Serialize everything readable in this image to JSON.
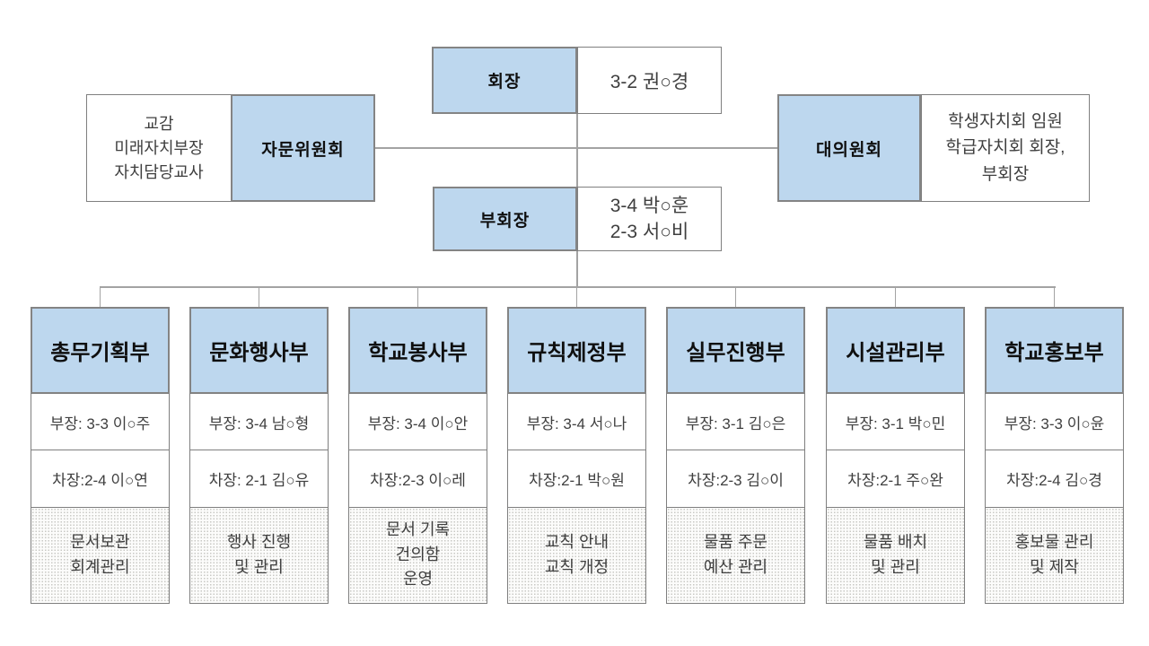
{
  "colors": {
    "box_blue": "#bdd7ee",
    "border_strong": "#7f7f7f",
    "border_light": "#848484",
    "line": "#a3a3a3",
    "text_black": "#0f0f0f",
    "text_dark": "#3f3f3f"
  },
  "org": {
    "president": {
      "label": "회장",
      "name": "3-2 권○경"
    },
    "vice_president": {
      "label": "부회장",
      "names": [
        "3-4 박○훈",
        "2-3 서○비"
      ]
    },
    "advisory": {
      "label": "자문위원회",
      "members": [
        "교감",
        "미래자치부장",
        "자치담당교사"
      ]
    },
    "delegates": {
      "label": "대의원회",
      "members": [
        "학생자치회 임원",
        "학급자치회 회장,",
        "부회장"
      ]
    },
    "departments": [
      {
        "title": "총무기획부",
        "head": "부장: 3-3 이○주",
        "deputy": "차장:2-4 이○연",
        "duty_lines": [
          "문서보관",
          "회계관리"
        ]
      },
      {
        "title": "문화행사부",
        "head": "부장: 3-4 남○형",
        "deputy": "차장: 2-1 김○유",
        "duty_lines": [
          "행사 진행",
          "및 관리"
        ]
      },
      {
        "title": "학교봉사부",
        "head": "부장: 3-4 이○안",
        "deputy": "차장:2-3 이○레",
        "duty_lines": [
          "문서 기록",
          "건의함",
          "운영"
        ]
      },
      {
        "title": "규칙제정부",
        "head": "부장: 3-4 서○나",
        "deputy": "차장:2-1 박○원",
        "duty_lines": [
          "교칙 안내",
          "교칙 개정"
        ]
      },
      {
        "title": "실무진행부",
        "head": "부장: 3-1 김○은",
        "deputy": "차장:2-3 김○이",
        "duty_lines": [
          "물품 주문",
          "예산 관리"
        ]
      },
      {
        "title": "시설관리부",
        "head": "부장: 3-1 박○민",
        "deputy": "차장:2-1 주○완",
        "duty_lines": [
          "물품 배치",
          "및 관리"
        ]
      },
      {
        "title": "학교홍보부",
        "head": "부장: 3-3 이○윤",
        "deputy": "차장:2-4 김○경",
        "duty_lines": [
          "홍보물 관리",
          "및 제작"
        ]
      }
    ]
  }
}
